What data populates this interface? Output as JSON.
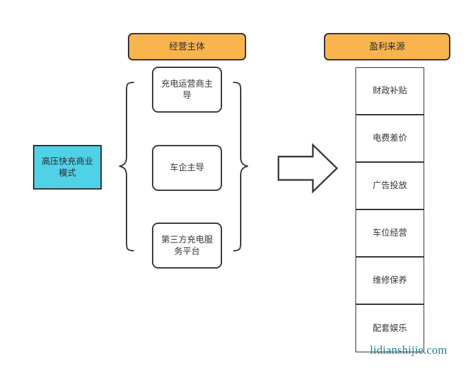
{
  "diagram": {
    "type": "flow-diagram",
    "title_present": false,
    "root": {
      "label": "高压快充商业\n模式",
      "label_line1": "高压快充商业",
      "label_line2": "模式",
      "fill_color": "#4FD2E8",
      "border_color": "#333333"
    },
    "columns": [
      {
        "header": {
          "label": "经营主体",
          "fill_color": "#F9B44D",
          "border_color": "#333333"
        },
        "items": [
          {
            "label": "充电运营商主导"
          },
          {
            "label": "车企主导"
          },
          {
            "label": "第三方充电服务平台"
          }
        ]
      },
      {
        "header": {
          "label": "盈利来源",
          "fill_color": "#F9B44D",
          "border_color": "#333333"
        },
        "items": [
          {
            "label": "财政补贴"
          },
          {
            "label": "电费差价"
          },
          {
            "label": "广告投放"
          },
          {
            "label": "车位经营"
          },
          {
            "label": "维修保养"
          },
          {
            "label": "配套娱乐"
          }
        ]
      }
    ],
    "connectors": {
      "left_brace": "{",
      "right_brace": "}",
      "arrow": "right-arrow"
    }
  },
  "watermark": {
    "text": "lidianshijie.com",
    "color": "#1b7f8e"
  }
}
